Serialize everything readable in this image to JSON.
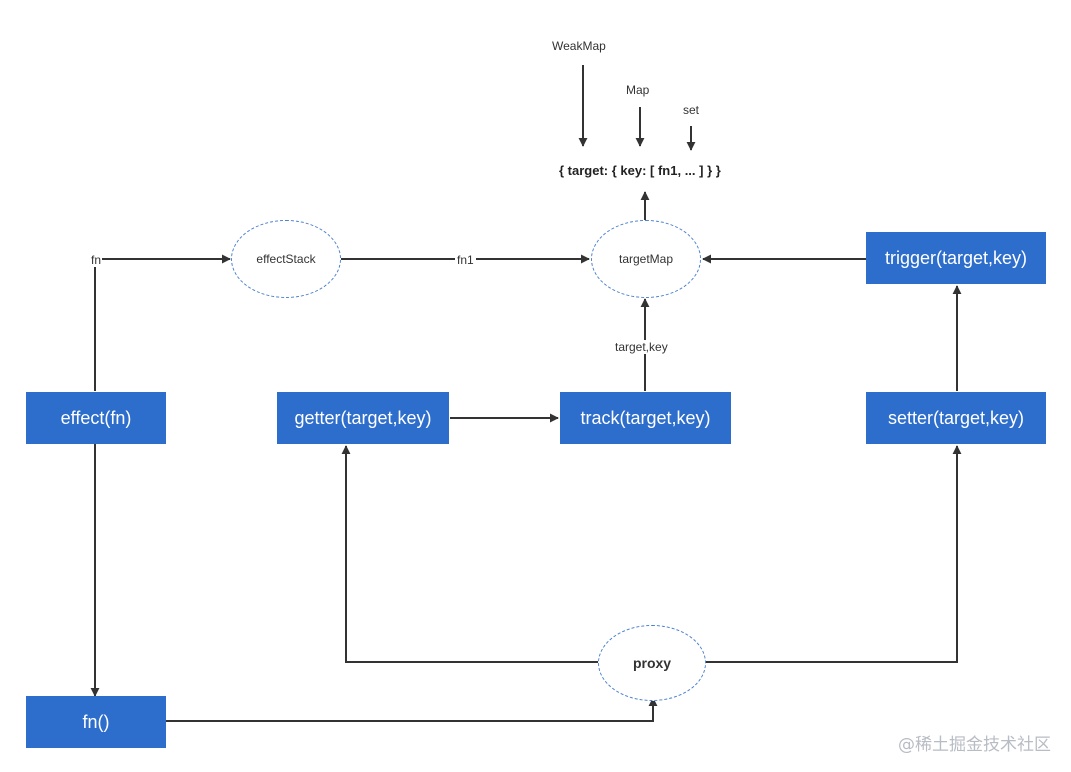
{
  "nodes": {
    "effect": "effect(fn)",
    "fn_call": "fn()",
    "getter": "getter(target,key)",
    "track": "track(target,key)",
    "setter": "setter(target,key)",
    "trigger": "trigger(target,key)",
    "effectStack": "effectStack",
    "targetMap": "targetMap",
    "proxy": "proxy"
  },
  "labels": {
    "weakmap": "WeakMap",
    "map": "Map",
    "set": "set",
    "structure": "{ target: { key: [ fn1, ... ] } }",
    "fn": "fn",
    "fn1": "fn1",
    "target_key": "target,key"
  },
  "watermark": "@稀土掘金技术社区",
  "colors": {
    "box_fill": "#2d6dcc",
    "box_text": "#ffffff",
    "ellipse_border": "#4a80d0",
    "line": "#333333"
  }
}
